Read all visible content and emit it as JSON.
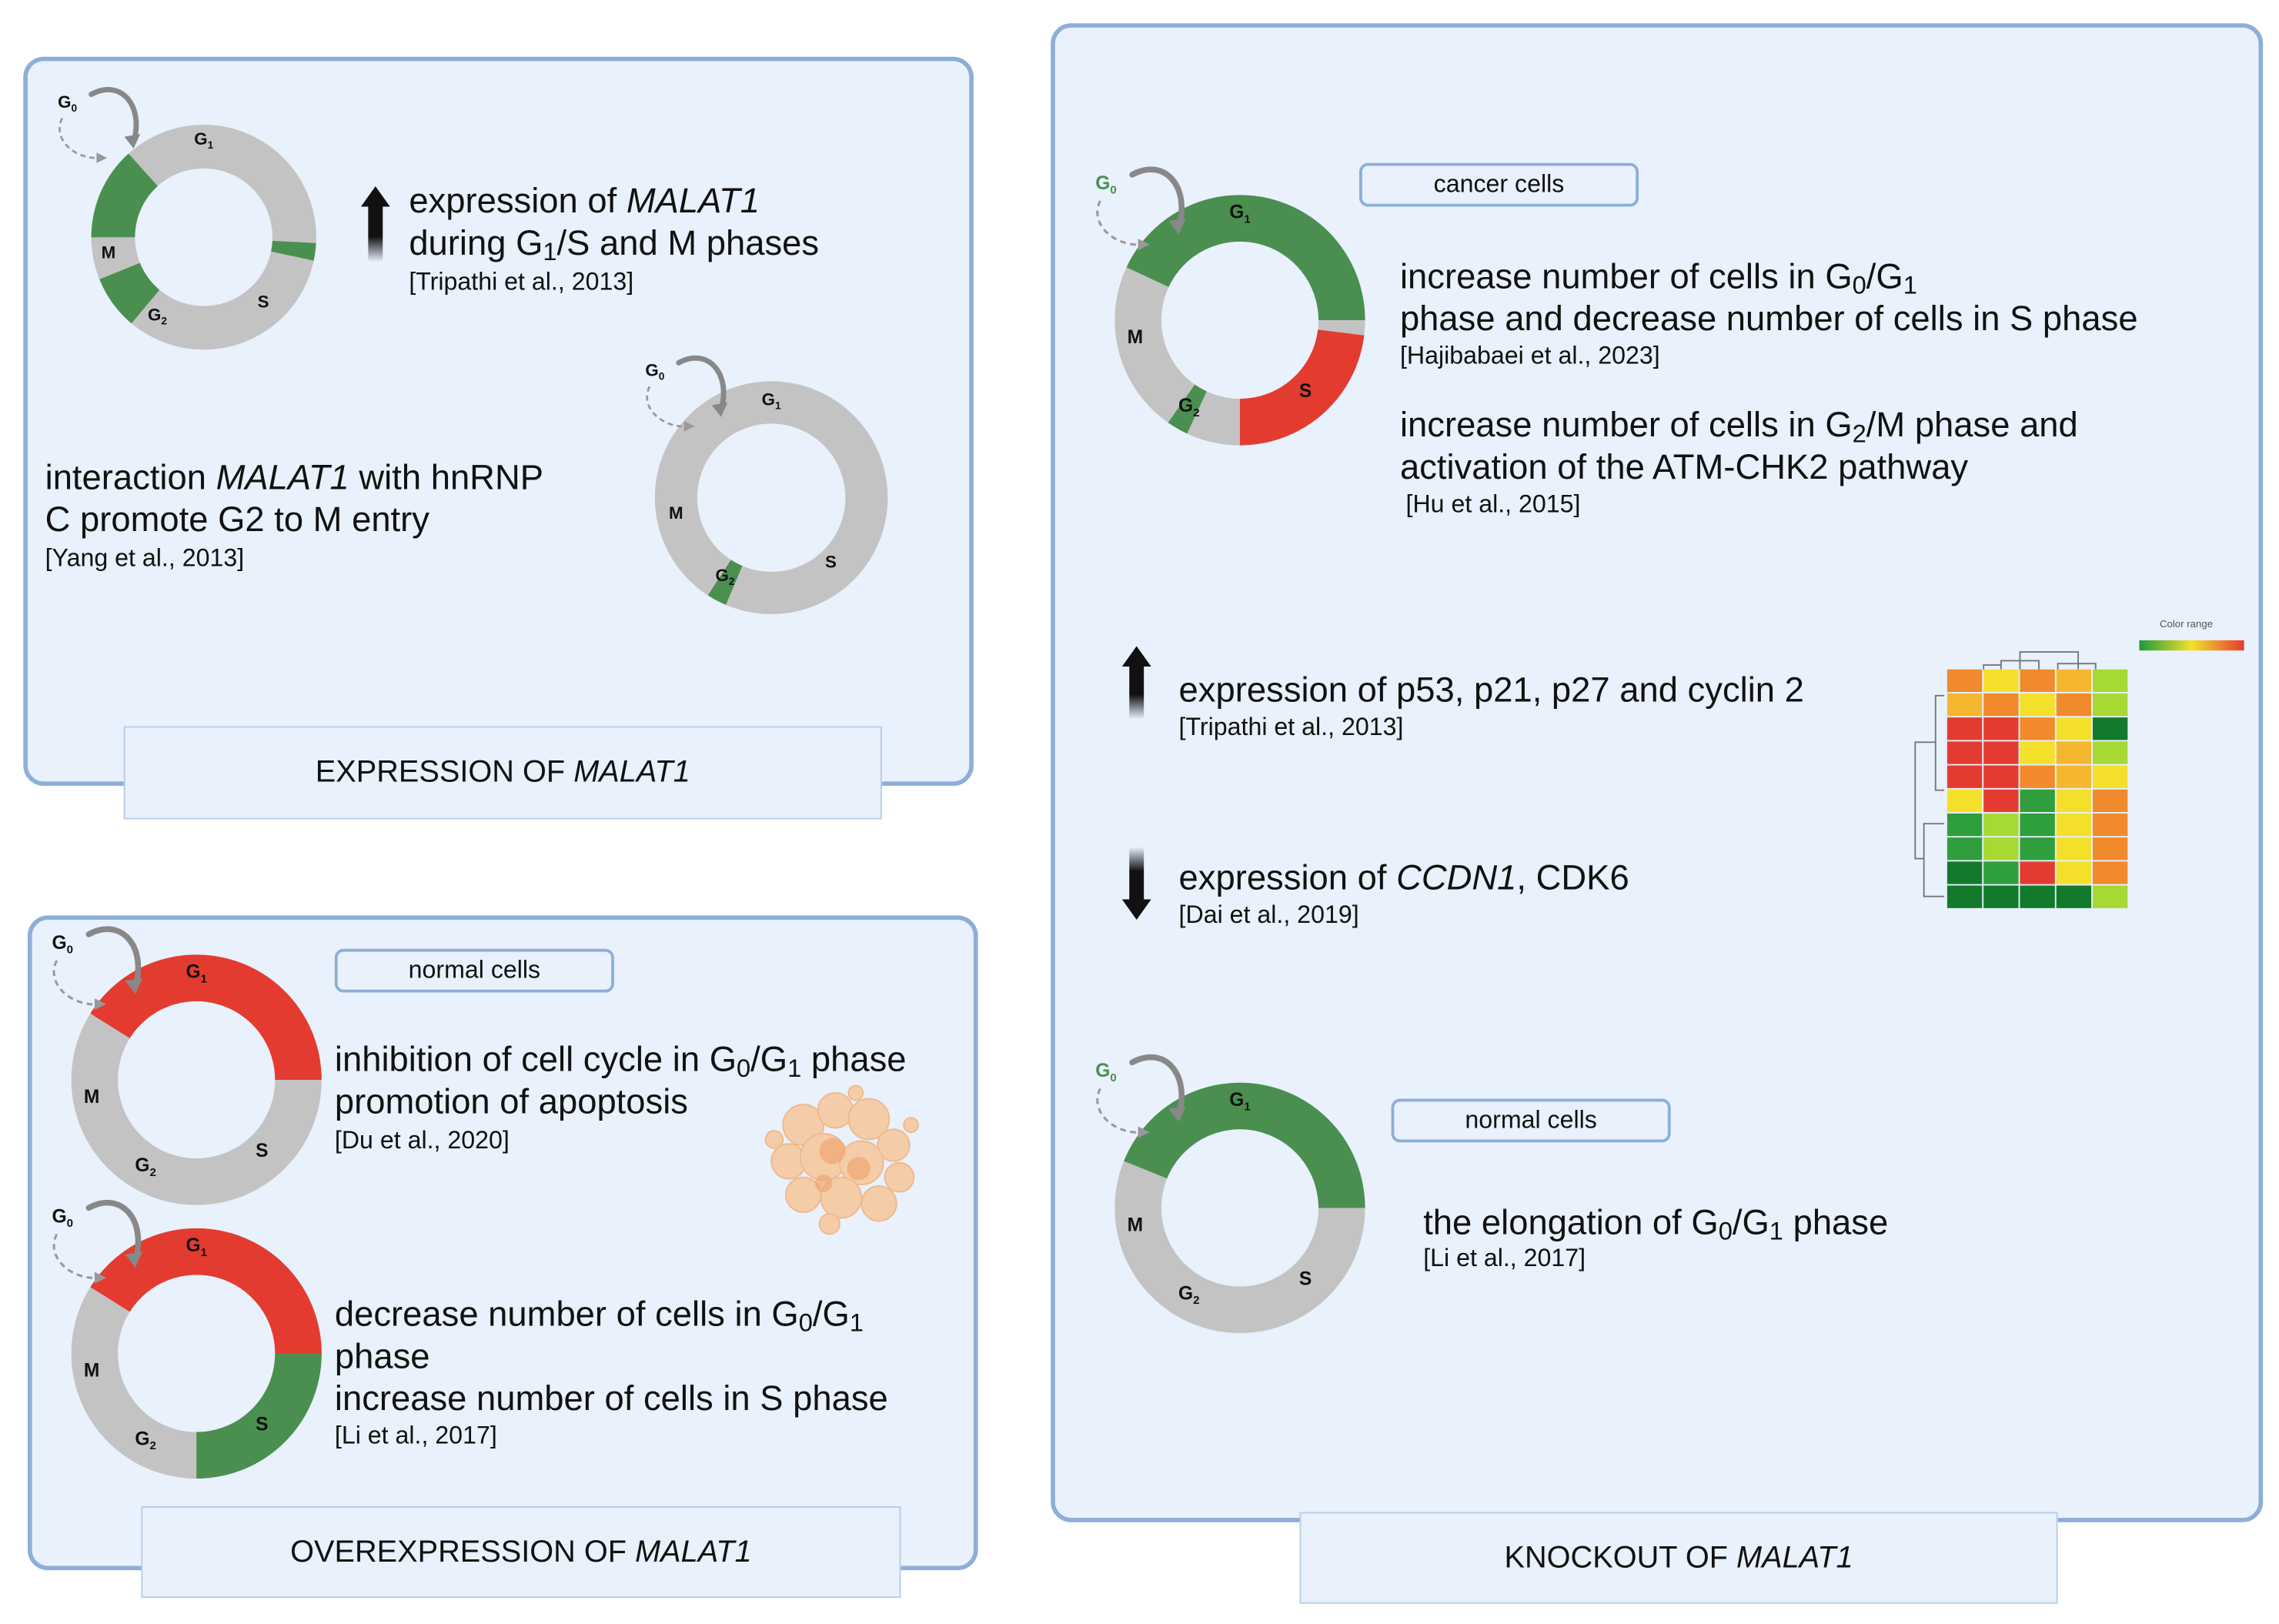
{
  "phase_labels": {
    "g0": "G",
    "g1": "G",
    "g2": "G",
    "s": "S",
    "m": "M",
    "sub0": "0",
    "sub1": "1",
    "sub2": "2"
  },
  "colors": {
    "grey": "#c3c3c3",
    "green": "#4a8f4f",
    "red": "#e43b30",
    "panel_bg": "#e8f1fc",
    "panel_border": "#8eaed8"
  },
  "icons": {
    "up_arrow": "arrow-up-icon",
    "down_arrow": "arrow-down-icon",
    "heatmap": "heatmap-icon",
    "apoptosis": "apoptotic-cell-icon"
  },
  "expression": {
    "title_prefix": "EXPRESSION OF ",
    "title_gene": "MALAT1",
    "item1": {
      "l1a": "expression of ",
      "l1b": "MALAT1",
      "l2a": "during G",
      "l2sub": "1",
      "l2b": "/S and M phases",
      "ref": "[Tripathi et al., 2013]"
    },
    "item2": {
      "l1a": "interaction ",
      "l1b": "MALAT1",
      "l1c": " with hnRNP",
      "l2": "C promote G2 to M entry",
      "ref": "[Yang et al., 2013]"
    }
  },
  "overexpression": {
    "title_prefix": "OVEREXPRESSION OF ",
    "title_gene": "MALAT1",
    "tag": "normal cells",
    "item1": {
      "l1a": "inhibition of cell cycle in G",
      "s0": "0",
      "l1b": "/G",
      "s1": "1",
      "l1c": " phase",
      "l2": "promotion of apoptosis",
      "ref": "[Du et al., 2020]"
    },
    "item2": {
      "l1a": "decrease number of cells in  G",
      "s0": "0",
      "l1b": "/G",
      "s1": "1",
      "l2": "phase",
      "l3": "increase number of cells in S phase",
      "ref": "[Li et al., 2017]"
    }
  },
  "knockout": {
    "title_prefix": "KNOCKOUT OF ",
    "title_gene": "MALAT1",
    "tag1": "cancer cells",
    "tag2": "normal cells",
    "item1": {
      "l1a": "increase number of cells in G",
      "s0": "0",
      "l1b": "/G",
      "s1": "1",
      "l2": "phase and decrease number of cells in S phase",
      "ref": "[Hajibabaei et al., 2023]"
    },
    "item2": {
      "l1a": "increase number of cells in G",
      "s2": "2",
      "l1b": "/M phase and",
      "l2": "activation of the ATM-CHK2 pathway",
      "ref": "[Hu et al., 2015]"
    },
    "item3": {
      "l1": "expression of p53, p21, p27 and cyclin 2",
      "ref": "[Tripathi et al., 2013]"
    },
    "item4": {
      "l1a": "expression of ",
      "l1b": "CCDN1",
      "l1c": ", CDK6",
      "ref": "[Dai et al., 2019]"
    },
    "item5": {
      "l1a": "the elongation of G",
      "s0": "0",
      "l1b": "/G",
      "s1": "1",
      "l1c": " phase",
      "ref": "[Li et al., 2017]"
    },
    "heatmap_legend": "Color range"
  }
}
